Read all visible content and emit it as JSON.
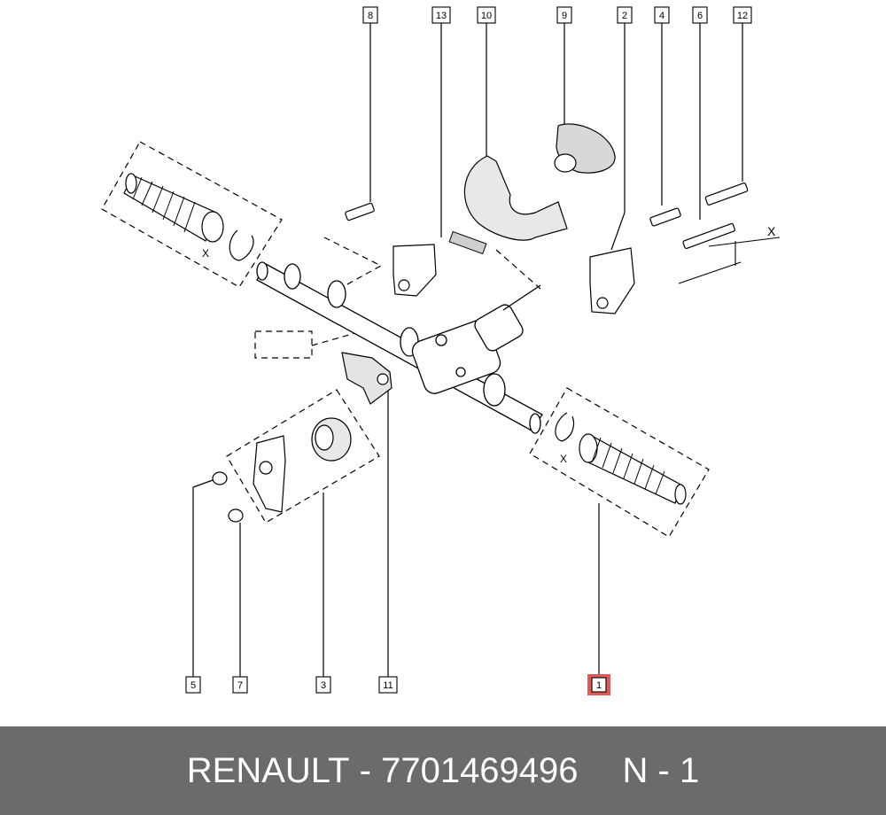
{
  "callouts": [
    {
      "id": "callout-8",
      "label": "8"
    },
    {
      "id": "callout-13",
      "label": "13"
    },
    {
      "id": "callout-10",
      "label": "10"
    },
    {
      "id": "callout-9",
      "label": "9"
    },
    {
      "id": "callout-2",
      "label": "2"
    },
    {
      "id": "callout-4",
      "label": "4"
    },
    {
      "id": "callout-6",
      "label": "6"
    },
    {
      "id": "callout-12",
      "label": "12"
    },
    {
      "id": "callout-5",
      "label": "5"
    },
    {
      "id": "callout-7",
      "label": "7"
    },
    {
      "id": "callout-3",
      "label": "3"
    },
    {
      "id": "callout-11",
      "label": "11"
    },
    {
      "id": "callout-1",
      "label": "1",
      "highlighted": true
    }
  ],
  "dimension_marks": {
    "x_top_right": "X",
    "x_left_boot": "X",
    "x_right_boot": "X"
  },
  "colors": {
    "highlight": "#e05a5a",
    "footer_bg": "#6b6b6b",
    "footer_text": "#ffffff",
    "line": "#000000"
  },
  "footer": {
    "brand": "RENAULT",
    "separator": "-",
    "part_number": "7701469496",
    "position_ref": "N - 1"
  }
}
